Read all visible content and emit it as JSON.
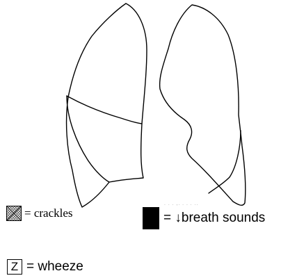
{
  "diagram": {
    "lungs": [
      "right-lung",
      "left-lung"
    ],
    "right_lung_lobes": [
      "upper-lobe",
      "middle-lobe",
      "lower-lobe"
    ],
    "left_lung_lobes": [
      "upper-lobe",
      "lower-lobe"
    ]
  },
  "legend": {
    "crackles": {
      "symbol": "crosshatch-box-icon",
      "label": "= crackles"
    },
    "breath_sounds": {
      "symbol": "filled-black-box-icon",
      "label": "= ↓breath sounds"
    },
    "wheeze": {
      "symbol": "Z",
      "label": "= wheeze"
    }
  },
  "colors": {
    "line": "#000000",
    "background": "#ffffff"
  }
}
